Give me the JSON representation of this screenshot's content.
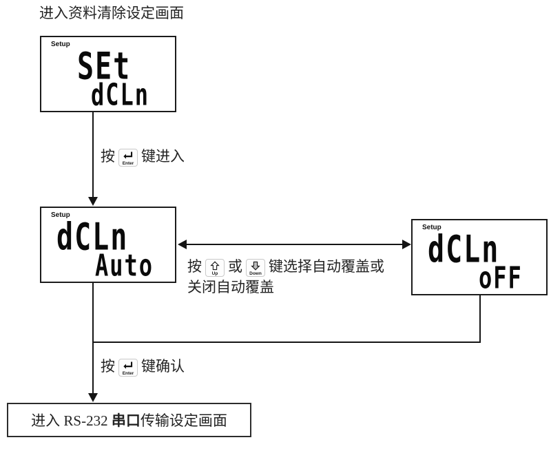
{
  "title": "进入资料清除设定画面",
  "panels": [
    {
      "name": "setup-clear-menu",
      "badge": "Setup",
      "line1": "SEt",
      "line2": "dCLn"
    },
    {
      "name": "clear-auto",
      "badge": "Setup",
      "line1": "dCLn",
      "line2": "Auto"
    },
    {
      "name": "clear-off",
      "badge": "Setup",
      "line1": "dCLn",
      "line2": "oFF"
    }
  ],
  "steps": {
    "enter_prefix": "按",
    "enter_suffix": "键进入",
    "select_prefix": "按",
    "select_middle": "或",
    "select_suffix": "键选择自动覆盖或关闭自动覆盖",
    "confirm_prefix": "按",
    "confirm_suffix": "键确认"
  },
  "keys": {
    "enter": "Enter",
    "up": "Up",
    "down": "Down"
  },
  "bottom_box": {
    "text_part1": "进入 RS-232 ",
    "text_bold": "串口",
    "text_part2": "传输设定画面"
  },
  "colors": {
    "ink": "#232323",
    "line": "#141414",
    "panel_border": "#1b1b1b",
    "background": "#ffffff"
  }
}
